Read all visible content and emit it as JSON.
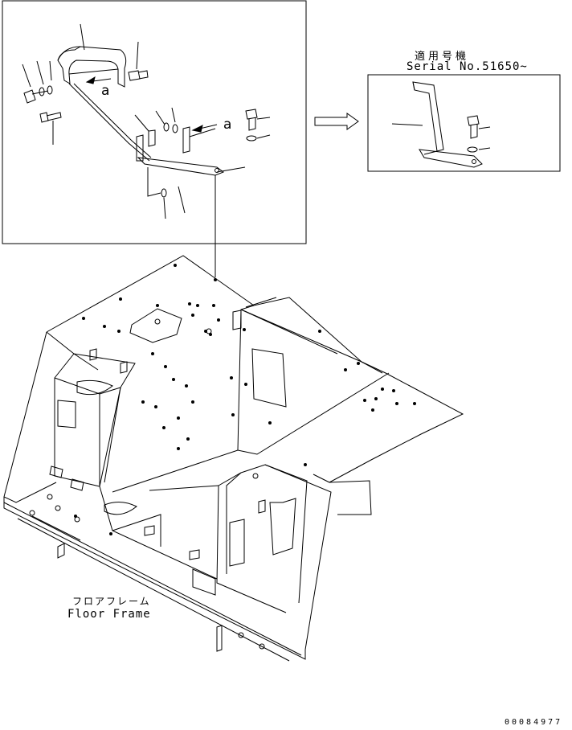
{
  "applicability": {
    "heading": "適用号機",
    "serial": "Serial No.51650~"
  },
  "detail_view": {
    "callout_letter": "a"
  },
  "main_part": {
    "name_jp": "フロアフレーム",
    "name_en": "Floor Frame"
  },
  "drawing_number": "00084977"
}
